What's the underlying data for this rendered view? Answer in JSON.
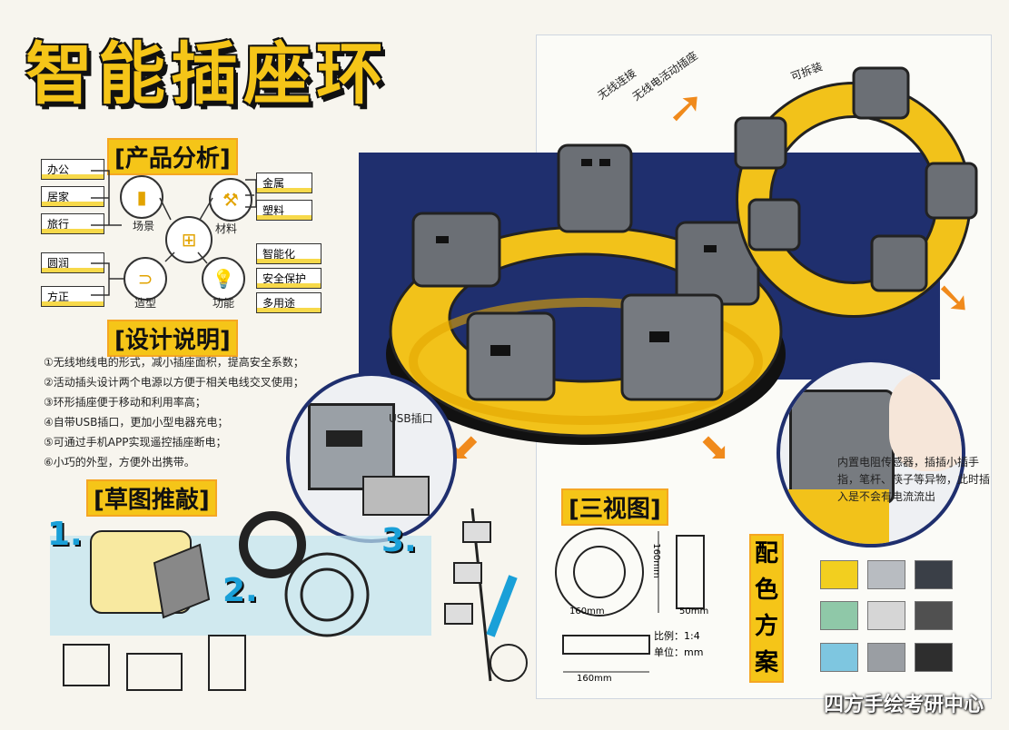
{
  "title": "智能插座环",
  "analysis": {
    "heading": "产品分析",
    "scenes_left": [
      "办公",
      "居家",
      "旅行"
    ],
    "scene_label": "场景",
    "materials": [
      "金属",
      "塑料"
    ],
    "material_label": "材料",
    "shapes": [
      "圆润",
      "方正"
    ],
    "shape_label": "造型",
    "functions": [
      "智能化",
      "安全保护",
      "多用途"
    ],
    "function_label": "功能"
  },
  "design": {
    "heading": "设计说明",
    "notes": [
      "①无线地线电的形式，减小插座面积，提高安全系数；",
      "②活动插头设计两个电源以方便于相关电线交叉使用；",
      "③环形插座便于移动和利用率高；",
      "④自带USB插口，更加小型电器充电；",
      "⑤可通过手机APP实现遥控插座断电；",
      "⑥小巧的外型，方便外出携带。"
    ]
  },
  "sketch": {
    "heading": "草图推敲",
    "steps": [
      "1.",
      "2.",
      "3."
    ]
  },
  "annotations": {
    "wireless": "无线连接",
    "movable": "无线电活动插座",
    "detachable": "可拆装",
    "usb": "USB插口",
    "built_in": "内置电阻传感器，插插小插手指，笔杆、筷子等异物，此时插入是不会有电流流出"
  },
  "views": {
    "heading": "三视图",
    "dim_top": "160mm",
    "dim_bottom": "160mm",
    "dim_side": "50mm",
    "dim_v": "160mm",
    "scale": "比例：1:4",
    "unit": "单位：mm"
  },
  "colors": {
    "heading": "配色方案",
    "swatches": [
      "#f2cf1f",
      "#b8bcc1",
      "#3a3f47",
      "#8fc8a8",
      "#d6d6d6",
      "#505050",
      "#7ec6e0",
      "#9a9ea3",
      "#2e2e2e"
    ]
  },
  "watermark": "四方手绘考研中心"
}
